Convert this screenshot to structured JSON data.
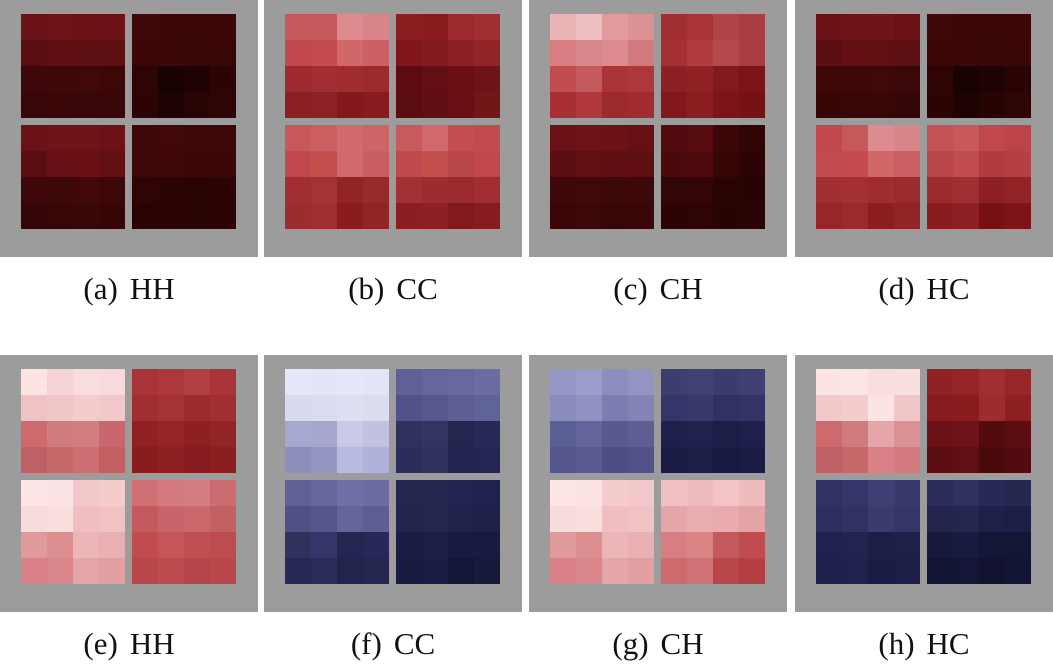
{
  "panels": [
    {
      "label": "(a)",
      "name": "HH",
      "quadrants": [
        [
          "#6a1216",
          "#6e1417",
          "#6d1216",
          "#6c1214",
          "#5a0d10",
          "#600e12",
          "#5c0e10",
          "#5e0f12",
          "#3e0709",
          "#3f0709",
          "#400809",
          "#3d0708",
          "#370608",
          "#3a0608",
          "#360608",
          "#380708"
        ],
        [
          "#3e0709",
          "#3c0608",
          "#3a0608",
          "#3c0608",
          "#3c0608",
          "#3a0607",
          "#370607",
          "#380607",
          "#2e0405",
          "#1a0202",
          "#220303",
          "#2c0405",
          "#2c0405",
          "#1e0303",
          "#2a0405",
          "#2e0405"
        ],
        [
          "#6a1216",
          "#6e1418",
          "#701418",
          "#6c1214",
          "#5c0d11",
          "#660f14",
          "#6a1014",
          "#620f12",
          "#3e0709",
          "#3c0708",
          "#420809",
          "#3c0708",
          "#350607",
          "#370607",
          "#3a0708",
          "#360607"
        ],
        [
          "#3e0709",
          "#420809",
          "#3e0709",
          "#3c0708",
          "#3c0708",
          "#3f0709",
          "#3a0607",
          "#3a0607",
          "#2e0405",
          "#2c0405",
          "#2a0405",
          "#2c0405",
          "#2a0304",
          "#2c0405",
          "#2a0405",
          "#2c0405"
        ]
      ]
    },
    {
      "label": "(b)",
      "name": "CC",
      "quadrants": [
        [
          "#c45a5d",
          "#c4585c",
          "#dc8c8e",
          "#d88587",
          "#c0484c",
          "#c44c50",
          "#d0686a",
          "#cc6064",
          "#9c2a2e",
          "#a02e32",
          "#a02c30",
          "#9a2a2c",
          "#8a2024",
          "#8c2226",
          "#82181c",
          "#861c20"
        ],
        [
          "#8c1e22",
          "#8a1c20",
          "#9c2a2e",
          "#a02e32",
          "#80161a",
          "#821a1e",
          "#8c2024",
          "#922428",
          "#5c0c10",
          "#620e12",
          "#6a1014",
          "#6e1418",
          "#5a0c10",
          "#600e12",
          "#6a1014",
          "#721618"
        ],
        [
          "#c8585c",
          "#cc5e62",
          "#d06a6e",
          "#cc6468",
          "#c0484c",
          "#c4504e",
          "#d0686c",
          "#c85e62",
          "#a02e32",
          "#a43236",
          "#922428",
          "#982a2e",
          "#9c2c30",
          "#a02e32",
          "#8a1c20",
          "#922428"
        ],
        [
          "#c85a5e",
          "#d0686c",
          "#c44e52",
          "#c04c50",
          "#be4a4e",
          "#c4504e",
          "#b8464a",
          "#c0484c",
          "#a23034",
          "#9c2c30",
          "#9a2a2e",
          "#a02e32",
          "#8a1e22",
          "#8c2024",
          "#801a1e",
          "#861c20"
        ]
      ]
    },
    {
      "label": "(c)",
      "name": "CH",
      "quadrants": [
        [
          "#e8b4b6",
          "#ecc0c2",
          "#e29a9c",
          "#dc9294",
          "#d87e82",
          "#d8888a",
          "#dc8c8e",
          "#d27a7e",
          "#c04c50",
          "#c45a5e",
          "#a83438",
          "#ac383c",
          "#a83034",
          "#b0383c",
          "#9c2a2e",
          "#a02c30"
        ],
        [
          "#a02e32",
          "#a83438",
          "#b04448",
          "#a83e42",
          "#a43034",
          "#b03c40",
          "#b4484c",
          "#a83c40",
          "#8c2024",
          "#902226",
          "#801a1e",
          "#7a1418",
          "#82181c",
          "#8c1e22",
          "#7c1418",
          "#761216"
        ],
        [
          "#6a1216",
          "#6e1418",
          "#6a1216",
          "#661014",
          "#5c0d11",
          "#620f12",
          "#600e12",
          "#5c0e10",
          "#3e0709",
          "#400809",
          "#3c0708",
          "#3e0709",
          "#3a0608",
          "#3c0708",
          "#380607",
          "#3a0608"
        ],
        [
          "#520b0e",
          "#560c0f",
          "#3a0607",
          "#300405",
          "#4a0a0c",
          "#4e0a0d",
          "#360506",
          "#2c0405",
          "#320506",
          "#340506",
          "#2a0304",
          "#280304",
          "#2c0405",
          "#2e0405",
          "#280304",
          "#2a0304"
        ]
      ]
    },
    {
      "label": "(d)",
      "name": "HC",
      "quadrants": [
        [
          "#6a1216",
          "#6e1418",
          "#701418",
          "#6c1214",
          "#5c0d11",
          "#640f12",
          "#620f12",
          "#5c0e10",
          "#3e0709",
          "#3f0709",
          "#400809",
          "#3c0708",
          "#360607",
          "#380607",
          "#380607",
          "#350607"
        ],
        [
          "#3e0709",
          "#3c0608",
          "#3a0608",
          "#3c0608",
          "#3c0608",
          "#3a0607",
          "#380607",
          "#380607",
          "#2e0405",
          "#1a0202",
          "#200303",
          "#2a0405",
          "#2c0405",
          "#1e0303",
          "#280304",
          "#2e0405"
        ],
        [
          "#c0484c",
          "#c6585a",
          "#dc8c8e",
          "#d88587",
          "#c04a4e",
          "#c44c50",
          "#d0686a",
          "#ca5e62",
          "#a02e32",
          "#a23034",
          "#a02c30",
          "#9a2a2c",
          "#982628",
          "#9a2a2c",
          "#8c1e22",
          "#922428"
        ],
        [
          "#c45256",
          "#c8585c",
          "#c0484c",
          "#bc4448",
          "#b8464a",
          "#c04c50",
          "#b03c40",
          "#b44044",
          "#9c2c30",
          "#a02e32",
          "#8c2024",
          "#922428",
          "#8a1c20",
          "#8c2024",
          "#761216",
          "#7c1418"
        ]
      ]
    },
    {
      "label": "(e)",
      "name": "HH",
      "quadrants": [
        [
          "#fbe4e2",
          "#f6d4d6",
          "#f9dcdc",
          "#f8dadc",
          "#f0c2c4",
          "#f0c6c8",
          "#f4ccce",
          "#f2c8ca",
          "#cc6a6e",
          "#d07c7e",
          "#d27e80",
          "#c8686c",
          "#c06064",
          "#c8686a",
          "#cc6e72",
          "#c26064"
        ],
        [
          "#a83438",
          "#ac383c",
          "#b04044",
          "#a83438",
          "#a02e32",
          "#a43236",
          "#9c2c30",
          "#a02e32",
          "#902226",
          "#942428",
          "#8e2024",
          "#922428",
          "#8a1c20",
          "#8e2024",
          "#861c20",
          "#8c1e22"
        ],
        [
          "#fde6e4",
          "#fbe4e2",
          "#f2c8ca",
          "#f4cccc",
          "#f8dcdc",
          "#f9e0de",
          "#eebec0",
          "#f0c2c4",
          "#e09a9c",
          "#dc8e90",
          "#ecb6b8",
          "#e8b0b2",
          "#d88086",
          "#d8868a",
          "#e4a6a8",
          "#e2a0a2"
        ],
        [
          "#d07074",
          "#d27a7c",
          "#d47e80",
          "#cc6c70",
          "#c45a5e",
          "#c8646a",
          "#cc686c",
          "#c26064",
          "#c04c50",
          "#c4565a",
          "#c05054",
          "#bc4c50",
          "#b8464a",
          "#bc4a4e",
          "#b4444a",
          "#b8464a"
        ]
      ]
    },
    {
      "label": "(f)",
      "name": "CC",
      "quadrants": [
        [
          "#e6e8fa",
          "#e4e6f8",
          "#e6e8fa",
          "#e4e6f8",
          "#d8daf0",
          "#dadcf2",
          "#dcdef2",
          "#dadcf0",
          "#a6a8d0",
          "#a4a6ce",
          "#c8cae6",
          "#c0c2e0",
          "#8c8ebc",
          "#9496c2",
          "#b8bae0",
          "#b0b2da"
        ],
        [
          "#5e6096",
          "#64669c",
          "#66689e",
          "#6a6ca2",
          "#505288",
          "#56588e",
          "#5c5e94",
          "#60629a",
          "#30325e",
          "#323462",
          "#242650",
          "#282a56",
          "#2c2e5a",
          "#30325e",
          "#222450",
          "#242652"
        ],
        [
          "#5e6096",
          "#64669c",
          "#6e70a6",
          "#6a6ca2",
          "#4e5086",
          "#54568c",
          "#62649a",
          "#5c5e94",
          "#30325e",
          "#34366a",
          "#242650",
          "#26285a",
          "#262856",
          "#2a2c5a",
          "#22244e",
          "#242650"
        ],
        [
          "#242650",
          "#262852",
          "#222450",
          "#20224e",
          "#22244e",
          "#242650",
          "#20224c",
          "#1e204a",
          "#1a1c44",
          "#1c1e48",
          "#181a42",
          "#181a42",
          "#181a40",
          "#1a1c44",
          "#141638",
          "#16183c"
        ]
      ]
    },
    {
      "label": "(g)",
      "name": "CH",
      "quadrants": [
        [
          "#9496c6",
          "#9a9cca",
          "#8c8ec0",
          "#9294c4",
          "#8a8cbe",
          "#9092c2",
          "#7c7eb2",
          "#8284b6",
          "#5c5e96",
          "#62649a",
          "#58598e",
          "#5c5e94",
          "#54568c",
          "#585a90",
          "#4c4e84",
          "#505288"
        ],
        [
          "#3c3e70",
          "#404274",
          "#3a3c6e",
          "#3e4072",
          "#34366a",
          "#383a6c",
          "#303264",
          "#323466",
          "#1e204c",
          "#20224e",
          "#1c1e48",
          "#1e204c",
          "#1a1c46",
          "#1c1e48",
          "#181a42",
          "#1a1c44"
        ],
        [
          "#fde6e4",
          "#fbe4e2",
          "#f4ccce",
          "#f2c8ca",
          "#f8dcdc",
          "#f9e0de",
          "#eebec0",
          "#f0c2c4",
          "#e09a9c",
          "#dc8e90",
          "#ecb6b8",
          "#e8b0b2",
          "#d88086",
          "#d8868a",
          "#e4a6a8",
          "#e2a0a2"
        ],
        [
          "#f0c0c2",
          "#eebcbe",
          "#f2c4c6",
          "#eebcbe",
          "#e4a6a8",
          "#e8aeb0",
          "#e8aaac",
          "#e4a4a6",
          "#d87e82",
          "#da8486",
          "#c45a5e",
          "#c04c50",
          "#cc6a6e",
          "#d07276",
          "#b8464a",
          "#b44044"
        ]
      ]
    },
    {
      "label": "(h)",
      "name": "HC",
      "quadrants": [
        [
          "#fbe4e2",
          "#fae6e4",
          "#f8dedc",
          "#f9e0de",
          "#f2c8ca",
          "#f4ccce",
          "#fbe4e2",
          "#f0c6c8",
          "#cc6a6e",
          "#d07c7e",
          "#e4a6a8",
          "#dc9294",
          "#c06064",
          "#c8686a",
          "#d88086",
          "#d27a7e"
        ],
        [
          "#902226",
          "#942428",
          "#a02e32",
          "#962628",
          "#861c20",
          "#8a1c20",
          "#9c2c30",
          "#8e2024",
          "#6a1216",
          "#6e1418",
          "#520b0e",
          "#5c0d11",
          "#5a0c10",
          "#601014",
          "#4a0a0c",
          "#520b0e"
        ],
        [
          "#303264",
          "#34366a",
          "#3e4074",
          "#383a6c",
          "#2c2e5e",
          "#303264",
          "#3a3c6e",
          "#343668",
          "#20224e",
          "#222450",
          "#1c1e48",
          "#1e204a",
          "#1e204c",
          "#20224e",
          "#1a1c46",
          "#1c1e48"
        ],
        [
          "#2a2c5a",
          "#30325e",
          "#282a56",
          "#262852",
          "#22244e",
          "#242650",
          "#1e204a",
          "#1c1e48",
          "#16183c",
          "#181a40",
          "#141638",
          "#141636",
          "#121434",
          "#141638",
          "#101230",
          "#121434"
        ]
      ]
    }
  ]
}
